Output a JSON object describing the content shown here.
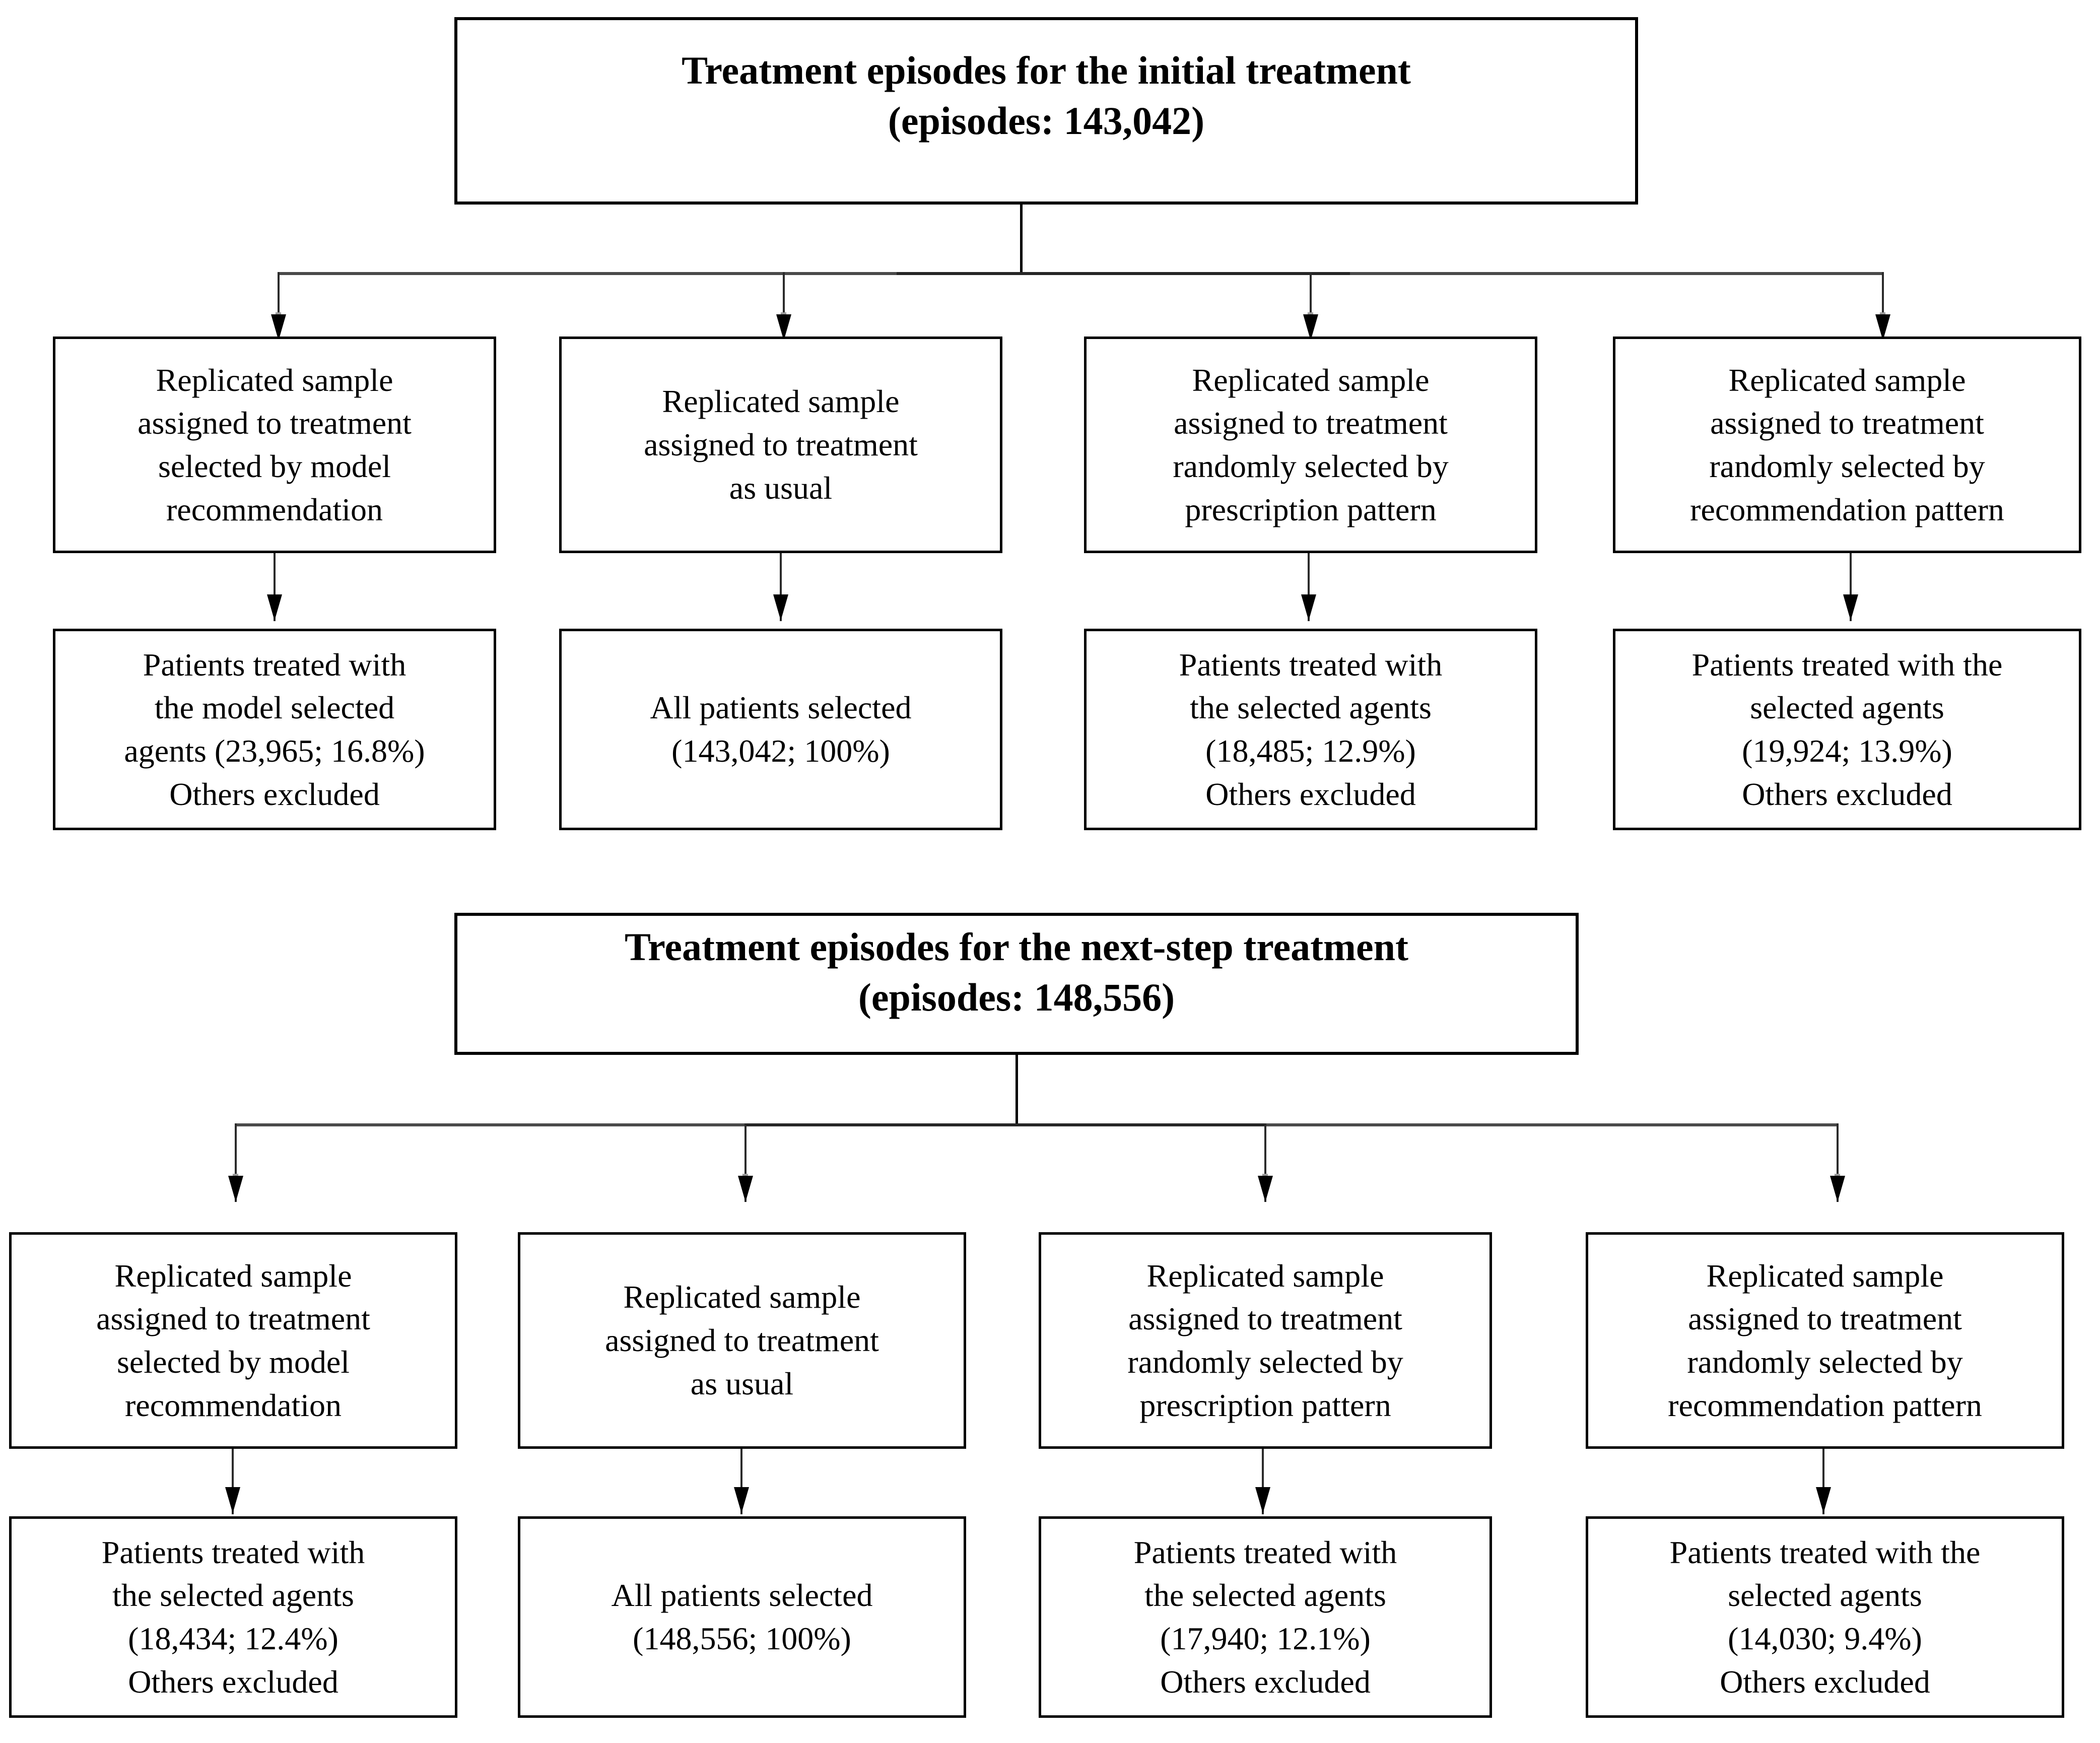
{
  "figure": {
    "type": "flowchart",
    "orientation": "top-down",
    "sections": [
      {
        "id": "initial-treatment",
        "title_line1": "Treatment episodes for the initial treatment",
        "title_line2": "(episodes: 143,042)",
        "episodes_total": "143,042",
        "branches": [
          {
            "assignment": "Replicated sample\nassigned to treatment\nselected by model\nrecommendation",
            "outcome": "Patients treated with\nthe model selected\nagents (23,965; 16.8%)\nOthers excluded",
            "count": "23,965",
            "percent": "16.8%"
          },
          {
            "assignment": "Replicated sample\nassigned to treatment\nas usual",
            "outcome": "All patients selected\n(143,042; 100%)",
            "count": "143,042",
            "percent": "100%"
          },
          {
            "assignment": "Replicated sample\nassigned to treatment\nrandomly selected by\nprescription pattern",
            "outcome": "Patients treated with\nthe selected agents\n(18,485; 12.9%)\nOthers excluded",
            "count": "18,485",
            "percent": "12.9%"
          },
          {
            "assignment": "Replicated sample\nassigned to treatment\nrandomly selected by\nrecommendation pattern",
            "outcome": "Patients treated with the\nselected agents\n(19,924; 13.9%)\nOthers excluded",
            "count": "19,924",
            "percent": "13.9%"
          }
        ]
      },
      {
        "id": "next-step-treatment",
        "title_line1": "Treatment episodes for the next-step treatment",
        "title_line2": "(episodes: 148,556)",
        "episodes_total": "148,556",
        "branches": [
          {
            "assignment": "Replicated sample\nassigned to treatment\nselected by model\nrecommendation",
            "outcome": "Patients treated with\nthe selected agents\n(18,434; 12.4%)\nOthers excluded",
            "count": "18,434",
            "percent": "12.4%"
          },
          {
            "assignment": "Replicated sample\nassigned to treatment\nas usual",
            "outcome": "All patients selected\n(148,556; 100%)",
            "count": "148,556",
            "percent": "100%"
          },
          {
            "assignment": "Replicated sample\nassigned to treatment\nrandomly selected by\nprescription pattern",
            "outcome": "Patients treated with\nthe selected agents\n(17,940; 12.1%)\nOthers excluded",
            "count": "17,940",
            "percent": "12.1%"
          },
          {
            "assignment": "Replicated sample\nassigned to treatment\nrandomly selected by\nrecommendation pattern",
            "outcome": "Patients treated with the\nselected agents\n(14,030; 9.4%)\nOthers excluded",
            "count": "14,030",
            "percent": "9.4%"
          }
        ]
      }
    ],
    "colors": {
      "box_border": "#000000",
      "text": "#000000",
      "background": "#ffffff",
      "connector": "#000000",
      "connector_bus": "#4a4a4a"
    }
  }
}
